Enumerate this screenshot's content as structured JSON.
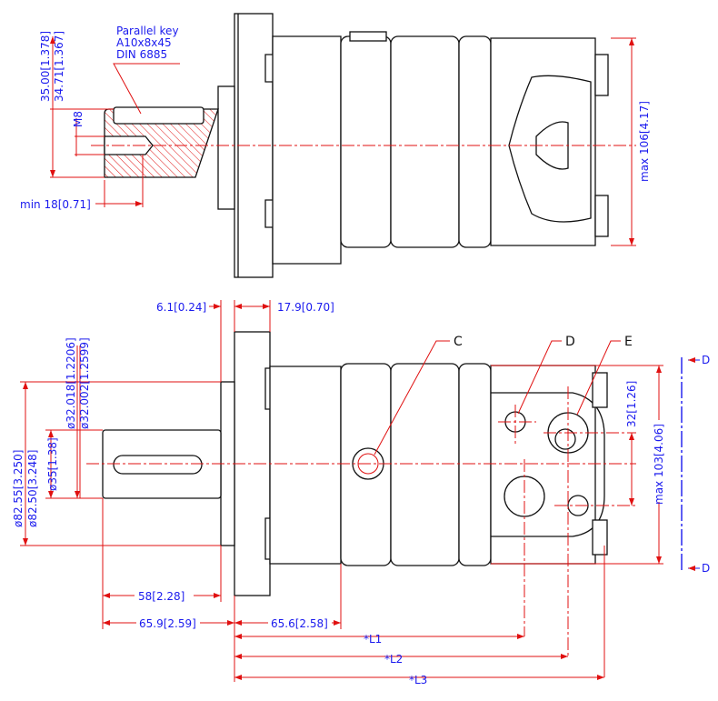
{
  "top_view": {
    "key_note": [
      "Parallel key",
      "A10x8x45",
      "DIN  6885"
    ],
    "dim_key_height_a": "35.00[1.378]",
    "dim_key_height_b": "34.71[1.367]",
    "thread": "M8",
    "dim_thread_depth": "min  18[0.71]",
    "dim_max_height": "max  106[4.17]"
  },
  "side_view": {
    "dim_pilot_width": "6.1[0.24]",
    "dim_flange_width": "17.9[0.70]",
    "dim_shaft_dia_a": "ø32.018[1.2206]",
    "dim_shaft_dia_b": "ø32.002[1.2599]",
    "dim_pilot_dia_a": "ø82.55[3.250]",
    "dim_pilot_dia_b": "ø82.50[3.248]",
    "dim_shaft_dia_c": "ø35[1.38]",
    "dim_key_length": "58[2.28]",
    "dim_shaft_length": "65.9[2.59]",
    "dim_port_c": "65.6[2.58]",
    "dim_port_spacing": "32[1.26]",
    "dim_max_height": "max  103[4.06]",
    "port_labels": [
      "C",
      "D",
      "E"
    ],
    "section_marker": "D",
    "lengths": [
      "*L1",
      "*L2",
      "*L3"
    ]
  },
  "colors": {
    "dimension": "#1a1aee",
    "construction": "#e01010",
    "outline": "#111111"
  }
}
